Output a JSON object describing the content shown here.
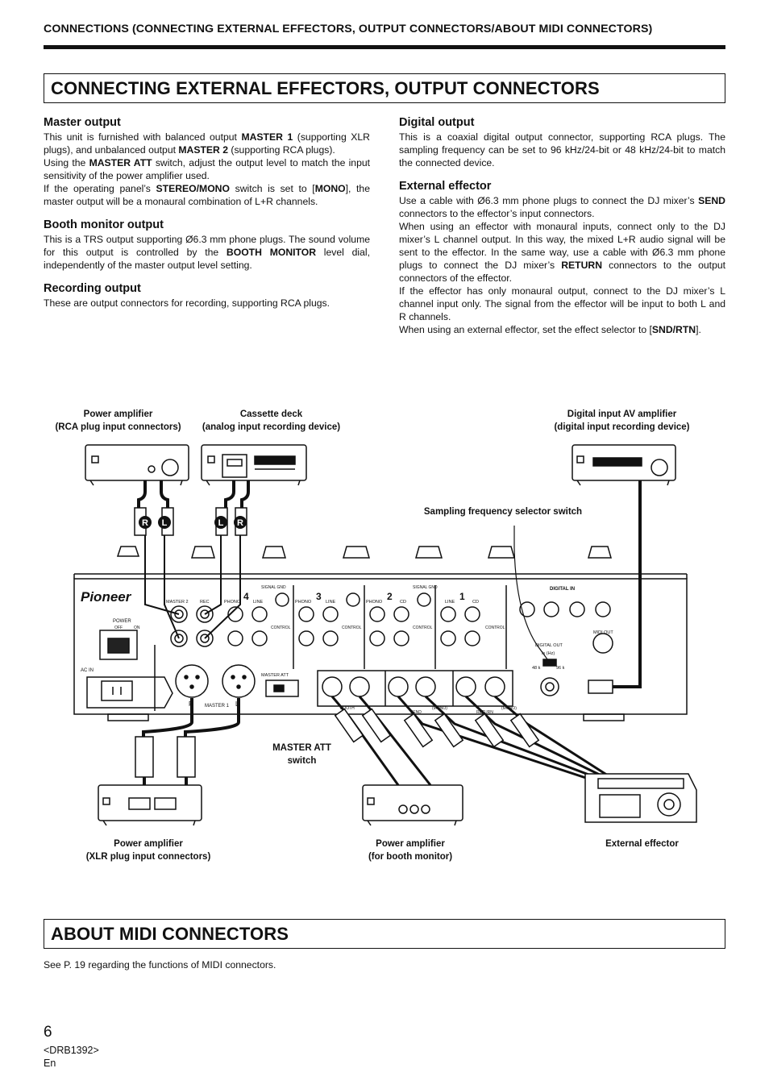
{
  "header": {
    "title": "CONNECTIONS (CONNECTING EXTERNAL EFFECTORS, OUTPUT CONNECTORS/ABOUT MIDI CONNECTORS)"
  },
  "section1": {
    "title": "CONNECTING EXTERNAL EFFECTORS, OUTPUT CONNECTORS"
  },
  "master_output": {
    "heading": "Master output",
    "p1": "This unit is furnished with balanced output MASTER 1 (supporting XLR plugs), and unbalanced output MASTER 2 (supporting RCA plugs).",
    "p2": "Using the MASTER ATT switch, adjust the output level to match the input sensitivity of the power amplifier used.",
    "p3": "If the operating panel’s STEREO/MONO switch is set to [MONO], the master output will be a monaural combination of L+R channels."
  },
  "booth_output": {
    "heading": "Booth monitor output",
    "p1": "This is a TRS output supporting Ø6.3 mm phone plugs. The sound volume for this output is controlled by the BOOTH MONITOR level dial, independently of the master output level setting."
  },
  "recording_output": {
    "heading": "Recording output",
    "p1": "These are output connectors for recording, supporting RCA plugs."
  },
  "digital_output": {
    "heading": "Digital output",
    "p1": "This is a coaxial digital output connector, supporting RCA plugs. The sampling frequency can be set to 96 kHz/24-bit or 48 kHz/24-bit to match the connected device."
  },
  "external_effector": {
    "heading": "External effector",
    "p1": "Use a cable with Ø6.3 mm phone plugs to connect the DJ mixer’s SEND connectors to the effector’s input connectors.",
    "p2": "When using an effector with monaural inputs, connect only to the DJ mixer’s L channel output. In this way, the mixed L+R audio signal will be sent to the effector. In the same way, use a cable with Ø6.3 mm phone plugs to connect the DJ mixer’s RETURN connectors to the output connectors of the effector.",
    "p3": "If the effector has only monaural output, connect to the DJ mixer’s L channel input only. The signal from the effector will be input to both L and R channels.",
    "p4": "When using an external effector, set the effect selector to [SND/RTN]."
  },
  "diagram": {
    "labels": {
      "power_amp_rca": "Power amplifier\n(RCA plug input connectors)",
      "cassette_deck": "Cassette deck\n(analog input recording device)",
      "digital_av_amp": "Digital input AV amplifier\n(digital input recording device)",
      "sampling_switch": "Sampling frequency selector switch",
      "master_att": "MASTER ATT\nswitch",
      "power_amp_xlr": "Power amplifier\n(XLR plug input connectors)",
      "power_amp_booth": "Power amplifier\n(for booth monitor)",
      "external_effector": "External effector"
    },
    "panel_text": {
      "brand": "Pioneer",
      "power": "POWER",
      "off": "OFF",
      "on": "ON",
      "ac_in": "AC IN",
      "master2": "MASTER 2",
      "rec": "REC",
      "master1": "MASTER 1",
      "master_att": "MASTER ATT",
      "booth": "BOOTH",
      "send": "SEND",
      "return": "RETURN",
      "digital_out": "DIGITAL OUT",
      "fs": "fs (Hz)",
      "fs_48": "48 k",
      "fs_96": "96 k",
      "midi_out": "MIDI OUT",
      "digital_in": "DIGITAL IN",
      "signal_gnd": "SIGNAL GND",
      "phono": "PHONO",
      "line": "LINE",
      "cd": "CD",
      "control": "CONTROL",
      "ch4": "4",
      "ch3": "3",
      "ch2": "2",
      "ch1": "1",
      "plug_r": "R",
      "plug_l": "L",
      "mono": "(MONO)"
    }
  },
  "section2": {
    "title": "ABOUT MIDI CONNECTORS"
  },
  "midi_note": "See P. 19 regarding the functions of MIDI connectors.",
  "footer": {
    "page_number": "6",
    "code": "<DRB1392>",
    "lang": "En"
  }
}
